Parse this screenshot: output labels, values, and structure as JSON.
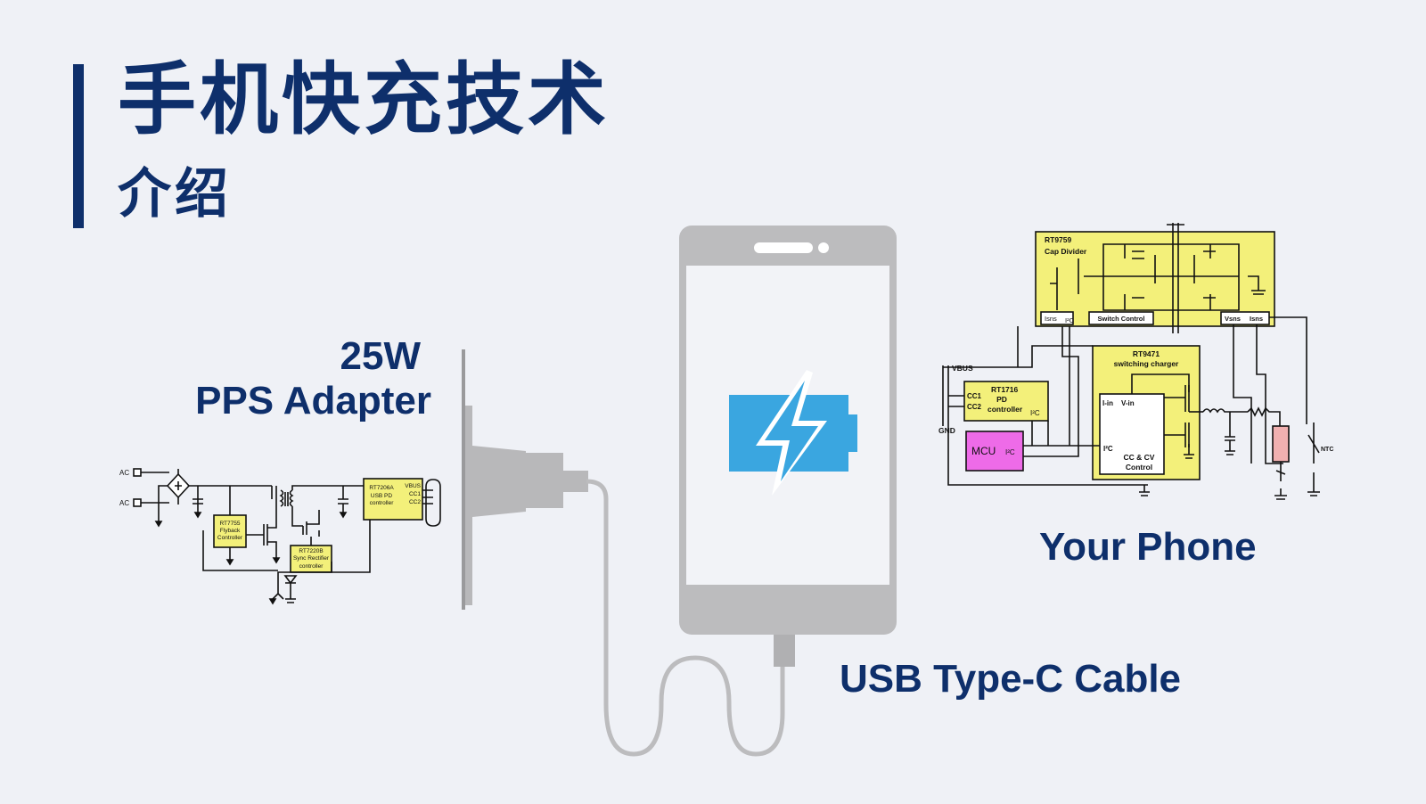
{
  "title": "手机快充技术",
  "subtitle": "介绍",
  "adapter": {
    "power": "25W",
    "name": "PPS Adapter",
    "schematic": {
      "ac1": "AC",
      "ac2": "AC",
      "flyback": [
        "RT7755",
        "Flyback",
        "Controller"
      ],
      "sync": [
        "RT7220B",
        "Sync Rectifier",
        "controller"
      ],
      "pd": [
        "RT7206A",
        "USB PD",
        "controller"
      ],
      "pins": [
        "VBUS",
        "CC1",
        "CC2"
      ]
    }
  },
  "phone": {
    "label": "Your Phone",
    "schematic": {
      "cap_divider": [
        "RT9759",
        "Cap Divider"
      ],
      "cap_pins": {
        "isns": "Isns",
        "i2c": "I²C",
        "switch": "Switch Control",
        "vsns": "Vsns",
        "isns2": "Isns"
      },
      "charger": [
        "RT9471",
        "switching charger"
      ],
      "charger_pins": {
        "iin": "I-in",
        "vin": "V-in",
        "ctrl1": "CC & CV",
        "ctrl2": "Control",
        "i2c": "I²C"
      },
      "pd": [
        "RT1716",
        "PD",
        "controller"
      ],
      "pd_pins": {
        "cc1": "CC1",
        "cc2": "CC2",
        "i2c": "I²C"
      },
      "mcu": "MCU",
      "mcu_i2c": "I²C",
      "vbus": "VBUS",
      "gnd": "GND",
      "ntc": "NTC"
    }
  },
  "cable": {
    "label": "USB Type-C Cable"
  },
  "colors": {
    "title": "#0e2f6b",
    "phone_body": "#bcbcbe",
    "battery": "#3aa6e0",
    "chip_fill": "#f3f07a",
    "mcu_fill": "#ee6be8"
  }
}
